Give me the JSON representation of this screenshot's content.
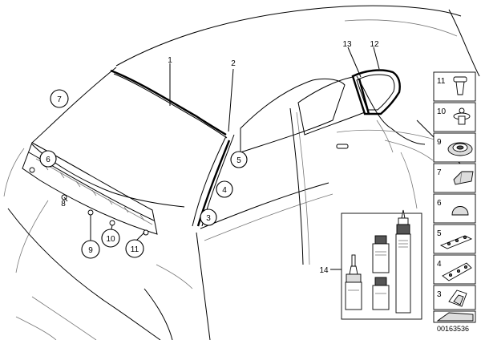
{
  "callouts": {
    "c1": "1",
    "c2": "2",
    "c3": "3",
    "c4": "4",
    "c5": "5",
    "c6": "6",
    "c7": "7",
    "c8": "8",
    "c9": "9",
    "c10": "10",
    "c11": "11",
    "c12": "12",
    "c13": "13",
    "c14": "14"
  },
  "legend": {
    "items": [
      {
        "num": "11",
        "icon": "push-clip-icon"
      },
      {
        "num": "10",
        "icon": "expanding-rivet-icon"
      },
      {
        "num": "9",
        "icon": "grommet-icon"
      },
      {
        "num": "7",
        "icon": "foam-wedge-icon"
      },
      {
        "num": "6",
        "icon": "dome-cap-icon"
      },
      {
        "num": "5",
        "icon": "bracket-icon"
      },
      {
        "num": "4",
        "icon": "bracket-icon"
      },
      {
        "num": "3",
        "icon": "retaining-clip-icon"
      },
      {
        "num": "",
        "icon": "cover-wedge-icon"
      }
    ]
  },
  "doc_number": "00163536"
}
